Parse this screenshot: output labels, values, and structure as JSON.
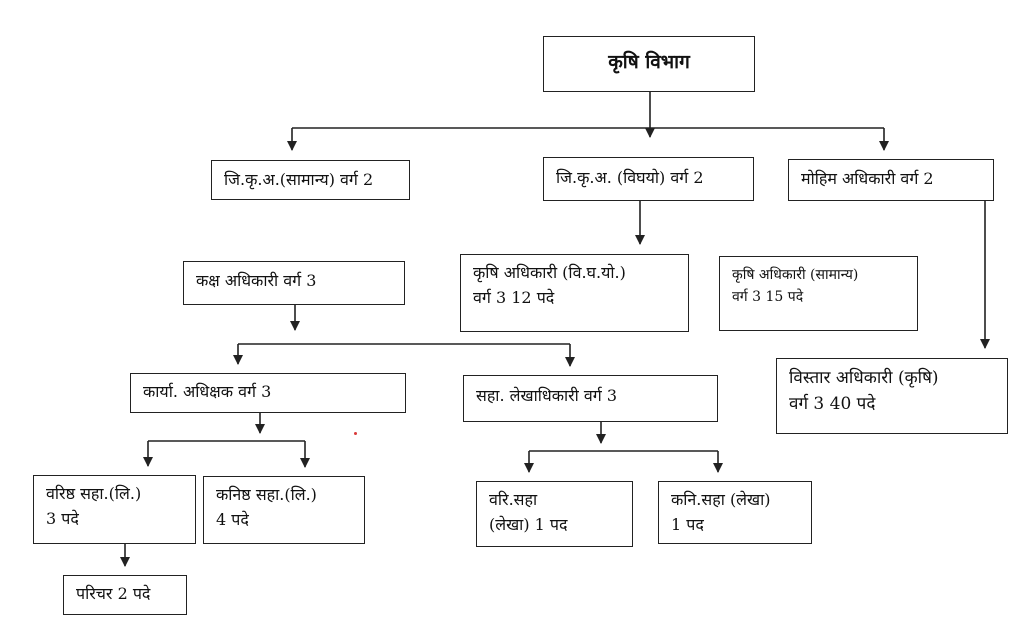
{
  "colors": {
    "line": "#222222",
    "box_border": "#222222",
    "background": "#ffffff",
    "stray_dot": "#d93a3a"
  },
  "nodes": {
    "root": {
      "lines": [
        "कृषि विभाग"
      ]
    },
    "dao_general": {
      "lines": [
        "जि.कृ.अ.(सामान्य) वर्ग 2"
      ]
    },
    "dao_schemes": {
      "lines": [
        "जि.कृ.अ. (विघयो) वर्ग 2"
      ]
    },
    "campaign": {
      "lines": [
        "मोहिम अधिकारी  वर्ग 2"
      ]
    },
    "desk_officer": {
      "lines": [
        "कक्ष अधिकारी वर्ग 3"
      ]
    },
    "ao_schemes": {
      "lines": [
        "कृषि अधिकारी (वि.घ.यो.)",
        "वर्ग 3     12 पदे"
      ]
    },
    "ao_general": {
      "lines": [
        "कृषि अधिकारी (सामान्य)",
        "वर्ग 3     15 पदे"
      ]
    },
    "office_supdt": {
      "lines": [
        "कार्या. अधिक्षक वर्ग 3"
      ]
    },
    "asst_accounts": {
      "lines": [
        "सहा. लेखाधिकारी वर्ग 3"
      ]
    },
    "ext_officer": {
      "lines": [
        "विस्तार अधिकारी (कृषि)",
        "वर्ग 3    40 पदे"
      ]
    },
    "senior_clerk": {
      "lines": [
        "वरिष्ठ सहा.(लि.)",
        "3 पदे"
      ]
    },
    "junior_clerk": {
      "lines": [
        "कनिष्ठ सहा.(लि.)",
        "4 पदे"
      ]
    },
    "senior_acct": {
      "lines": [
        "वरि.सहा",
        "(लेखा) 1 पद"
      ]
    },
    "junior_acct": {
      "lines": [
        "कनि.सहा (लेखा)",
        "1 पद"
      ]
    },
    "attendant": {
      "lines": [
        "परिचर 2 पदे"
      ]
    }
  }
}
